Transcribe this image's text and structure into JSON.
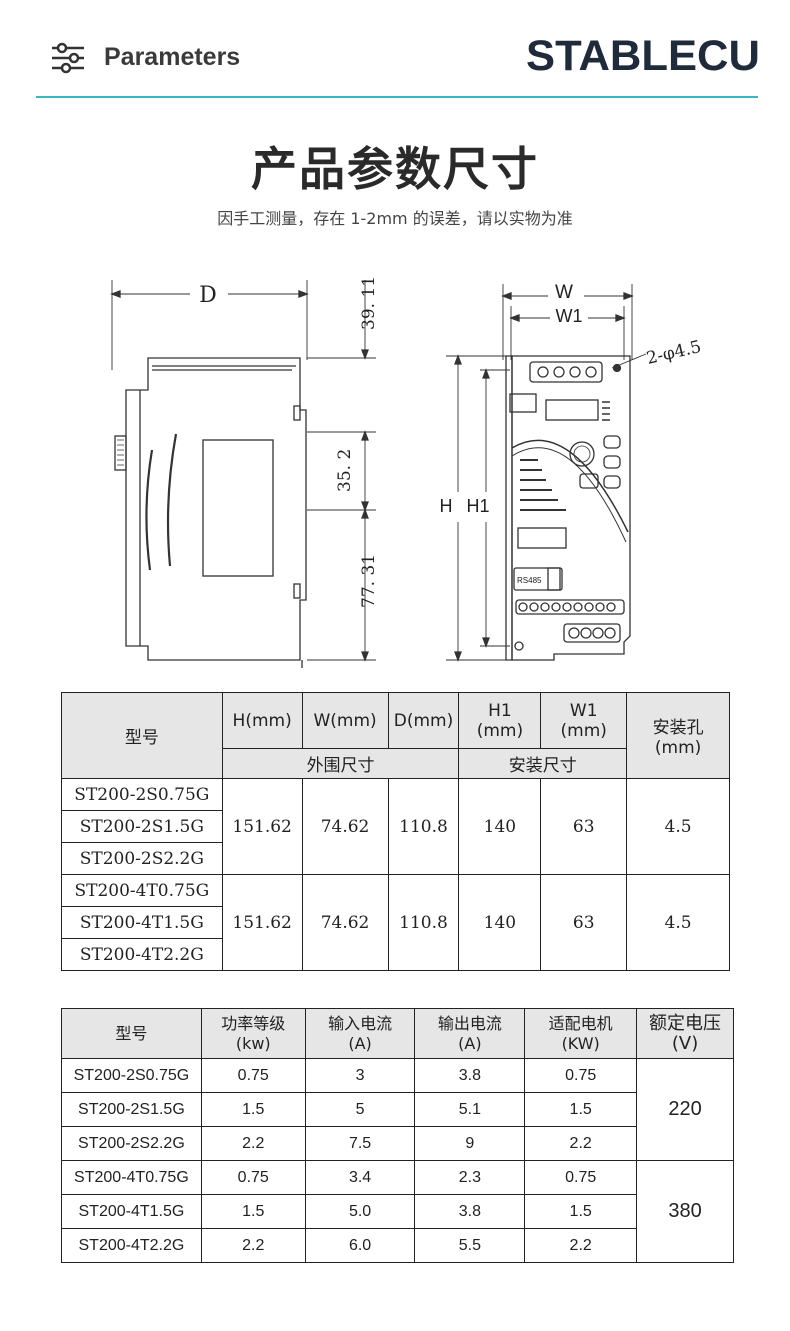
{
  "header": {
    "section_label": "Parameters",
    "brand": "STABLECU",
    "accent_color": "#3bb7c4",
    "icon": "sliders-icon"
  },
  "title": "产品参数尺寸",
  "subtitle": "因手工测量，存在 1-2mm 的误差，请以实物为准",
  "drawing": {
    "side_labels": {
      "depth": "D",
      "top_offset": "39. 11",
      "mid_height": "35. 2",
      "lower_height": "77. 31"
    },
    "front_labels": {
      "width": "W",
      "width_inner": "W1",
      "hole": "2-φ4.5",
      "height": "H",
      "height_inner": "H1",
      "port": "RS485"
    }
  },
  "table1": {
    "headers": {
      "model": "型号",
      "h": "H(mm)",
      "w": "W(mm)",
      "d": "D(mm)",
      "h1_top": "H1",
      "h1_bottom": "(mm)",
      "w1_top": "W1",
      "w1_bottom": "(mm)",
      "hole_top": "安装孔",
      "hole_bottom": "(mm)",
      "outer": "外围尺寸",
      "install": "安装尺寸"
    },
    "groups": [
      {
        "models": [
          "ST200-2S0.75G",
          "ST200-2S1.5G",
          "ST200-2S2.2G"
        ],
        "h": "151.62",
        "w": "74.62",
        "d": "110.8",
        "h1": "140",
        "w1": "63",
        "hole": "4.5"
      },
      {
        "models": [
          "ST200-4T0.75G",
          "ST200-4T1.5G",
          "ST200-4T2.2G"
        ],
        "h": "151.62",
        "w": "74.62",
        "d": "110.8",
        "h1": "140",
        "w1": "63",
        "hole": "4.5"
      }
    ]
  },
  "table2": {
    "headers": [
      {
        "top": "型号",
        "bottom": ""
      },
      {
        "top": "功率等级",
        "bottom": "(kw)"
      },
      {
        "top": "输入电流",
        "bottom": "(A)"
      },
      {
        "top": "输出电流",
        "bottom": "(A)"
      },
      {
        "top": "适配电机",
        "bottom": "(KW)"
      },
      {
        "top": "额定电压",
        "bottom": "(V)"
      }
    ],
    "rows": [
      {
        "model": "ST200-2S0.75G",
        "power": "0.75",
        "input": "3",
        "output": "3.8",
        "motor": "0.75"
      },
      {
        "model": "ST200-2S1.5G",
        "power": "1.5",
        "input": "5",
        "output": "5.1",
        "motor": "1.5"
      },
      {
        "model": "ST200-2S2.2G",
        "power": "2.2",
        "input": "7.5",
        "output": "9",
        "motor": "2.2"
      },
      {
        "model": "ST200-4T0.75G",
        "power": "0.75",
        "input": "3.4",
        "output": "2.3",
        "motor": "0.75"
      },
      {
        "model": "ST200-4T1.5G",
        "power": "1.5",
        "input": "5.0",
        "output": "3.8",
        "motor": "1.5"
      },
      {
        "model": "ST200-4T2.2G",
        "power": "2.2",
        "input": "6.0",
        "output": "5.5",
        "motor": "2.2"
      }
    ],
    "voltages": [
      "220",
      "380"
    ]
  }
}
